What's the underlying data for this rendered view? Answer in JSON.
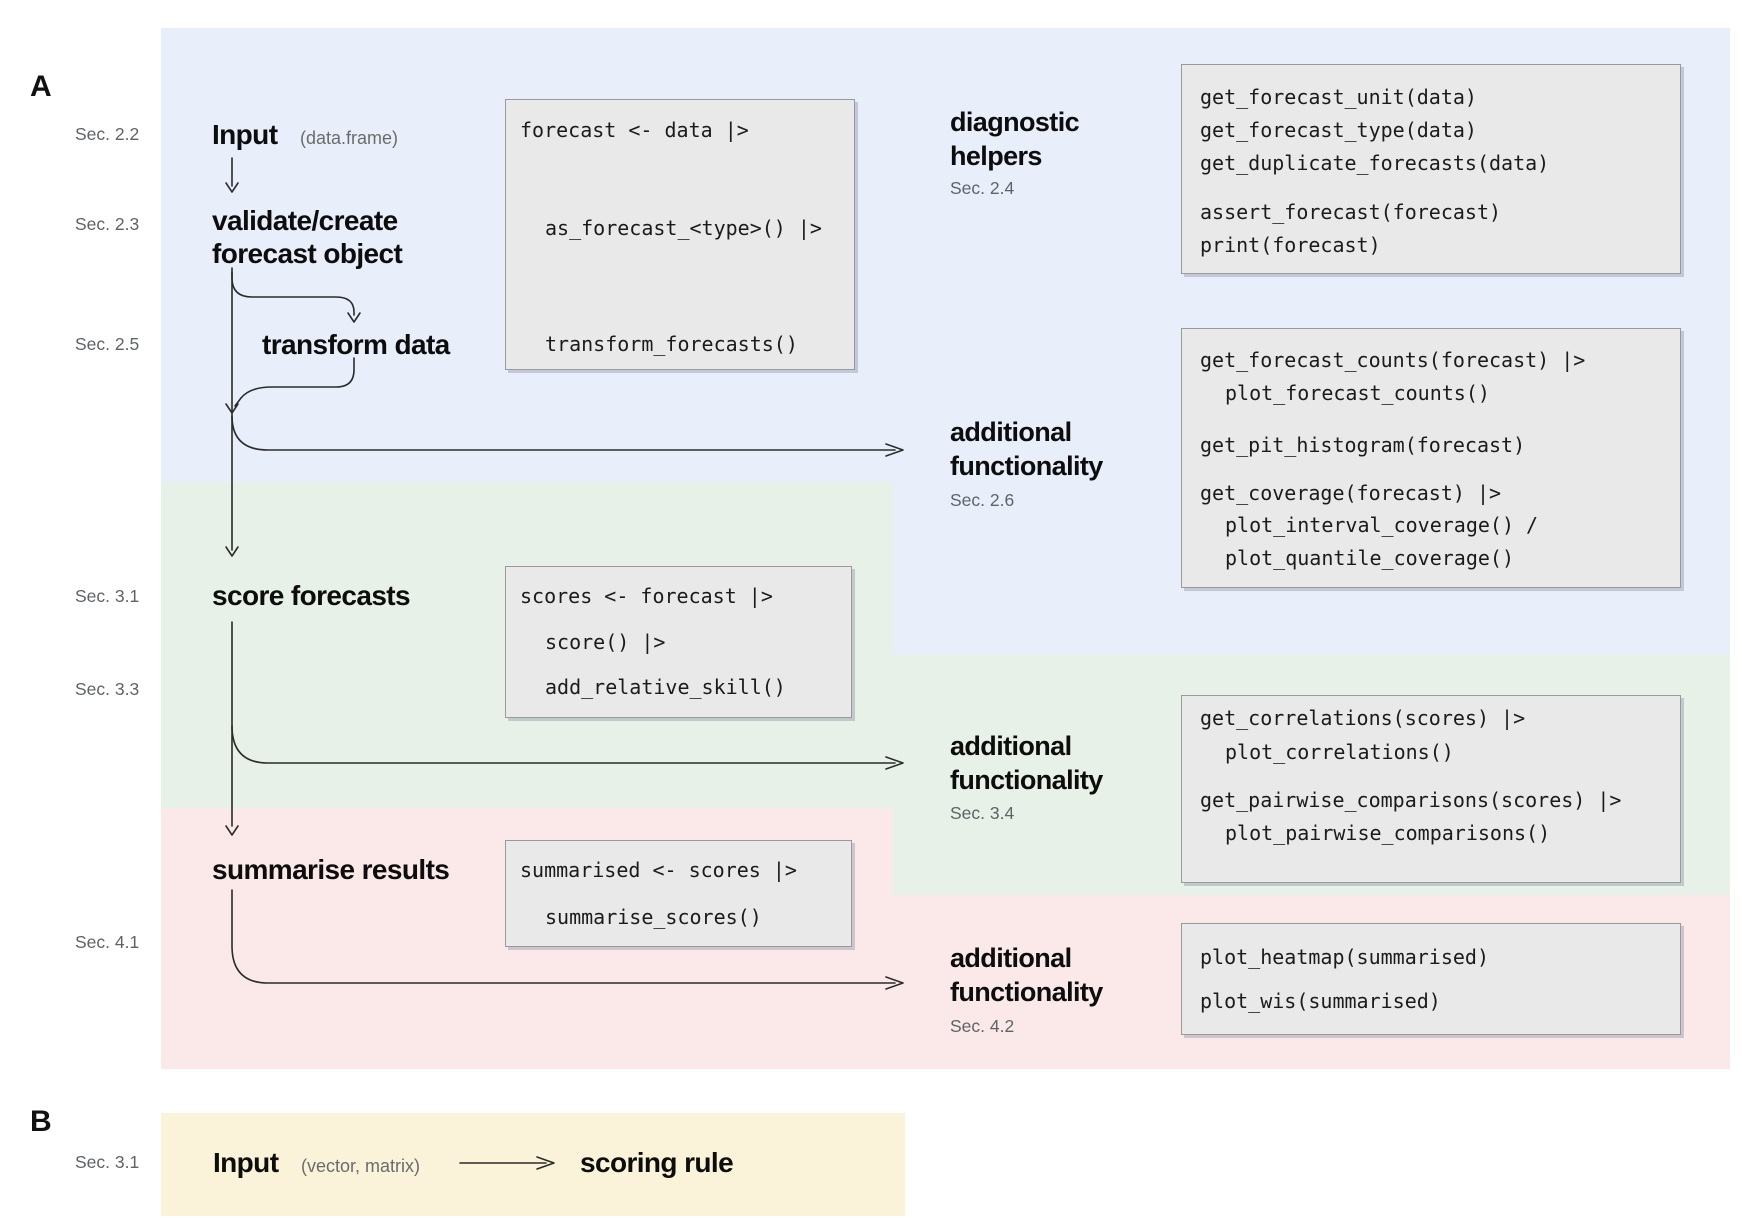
{
  "panel_a": {
    "label": "A"
  },
  "panel_b": {
    "label": "B"
  },
  "sec_refs": {
    "s22": "Sec. 2.2",
    "s23": "Sec. 2.3",
    "s25": "Sec. 2.5",
    "s31": "Sec. 3.1",
    "s33": "Sec. 3.3",
    "s41": "Sec. 4.1",
    "s31b": "Sec. 3.1"
  },
  "flow": {
    "input": "Input",
    "input_note": "(data.frame)",
    "validate_line1": "validate/create",
    "validate_line2": "forecast object",
    "transform": "transform data",
    "score": "score forecasts",
    "summarise": "summarise results"
  },
  "right_labels": {
    "diag_line1": "diagnostic",
    "diag_line2": "helpers",
    "diag_sec": "Sec. 2.4",
    "af1_line1": "additional",
    "af1_line2": "functionality",
    "af1_sec": "Sec. 2.6",
    "af2_line1": "additional",
    "af2_line2": "functionality",
    "af2_sec": "Sec. 3.4",
    "af3_line1": "additional",
    "af3_line2": "functionality",
    "af3_sec": "Sec. 4.2"
  },
  "code": {
    "pipeline_validate": [
      "forecast <- data |>",
      "as_forecast_<type>() |>",
      "transform_forecasts()"
    ],
    "pipeline_score": [
      "scores <- forecast |>",
      "score() |>",
      "add_relative_skill()"
    ],
    "pipeline_summarise": [
      "summarised <- scores |>",
      "summarise_scores()"
    ],
    "diagnostic_helpers": [
      "get_forecast_unit(data)",
      "get_forecast_type(data)",
      "get_duplicate_forecasts(data)",
      "assert_forecast(forecast)",
      "print(forecast)"
    ],
    "additional_1": [
      "get_forecast_counts(forecast) |>",
      "plot_forecast_counts()",
      "get_pit_histogram(forecast)",
      "get_coverage(forecast) |>",
      "plot_interval_coverage() /",
      "plot_quantile_coverage()"
    ],
    "additional_2": [
      "get_correlations(scores) |>",
      "plot_correlations()",
      "get_pairwise_comparisons(scores) |>",
      "plot_pairwise_comparisons()"
    ],
    "additional_3": [
      "plot_heatmap(summarised)",
      "plot_wis(summarised)"
    ]
  },
  "flow_b": {
    "input": "Input",
    "input_note": "(vector, matrix)",
    "rule": "scoring rule"
  },
  "colors": {
    "band_blue": "#e8effb",
    "band_green": "#e8f1e7",
    "band_pink": "#fbe9ea",
    "band_yellow": "#faf3d9",
    "codebox_bg": "#e9e9e9",
    "codebox_border": "#9a9a9a",
    "arrow": "#2b2b2b"
  }
}
